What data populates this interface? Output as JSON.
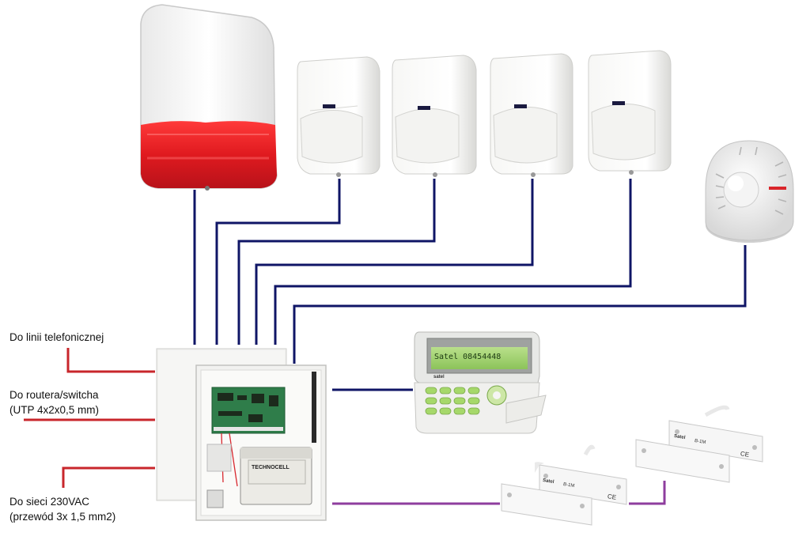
{
  "labels": {
    "phone_line": "Do linii telefonicznej",
    "router_line1": "Do routera/switcha",
    "router_line2": "(UTP 4x2x0,5 mm)",
    "power_line1": "Do sieci 230VAC",
    "power_line2": "(przewód 3x 1,5 mm2)"
  },
  "keypad": {
    "lcd_text": "Satel   08454448",
    "brand": "satel"
  },
  "battery": {
    "brand": "TECHNOCELL"
  },
  "contacts": [
    {
      "brand": "Satel",
      "model": "B-1M",
      "ce": "CE"
    },
    {
      "brand": "Satel",
      "model": "B-1M",
      "ce": "CE"
    }
  ],
  "colors": {
    "bus_wire": "#0f1566",
    "external_wire": "#c8262b",
    "contact_wire": "#8e3d9e",
    "siren_red": "#e01a1f"
  },
  "icons": {
    "siren": "outdoor-siren",
    "pir": "pir-motion-detector",
    "smoke": "smoke-detector",
    "panel": "alarm-control-panel",
    "keypad": "lcd-keypad",
    "contact": "magnetic-door-contact"
  }
}
